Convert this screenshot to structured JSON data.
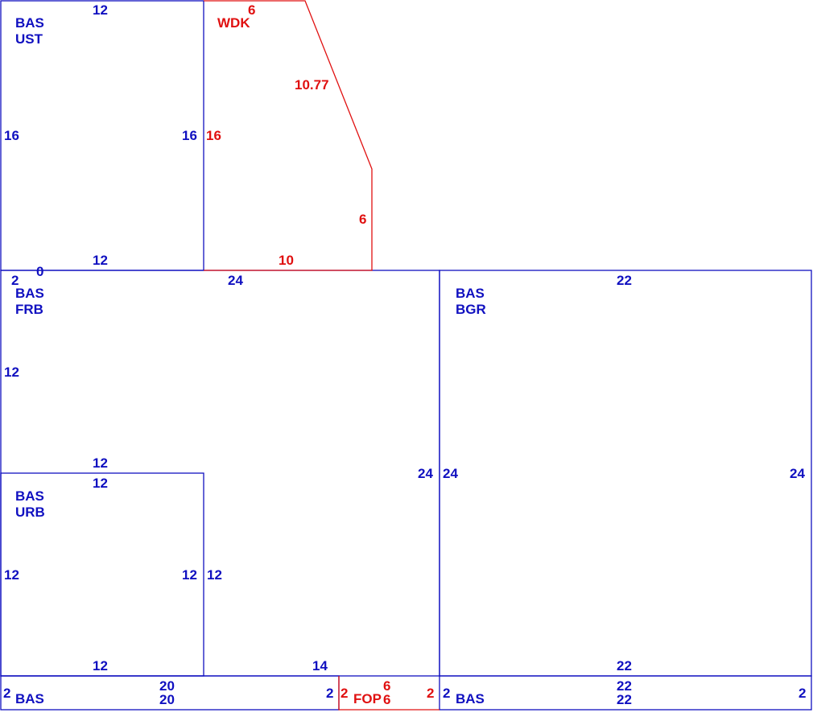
{
  "colors": {
    "bas": "#1010c0",
    "addition": "#e01010"
  },
  "areas": {
    "ust": {
      "line1": "BAS",
      "line2": "UST"
    },
    "wdk": {
      "line1": "WDK"
    },
    "frb": {
      "line1": "BAS",
      "line2": "FRB"
    },
    "bgr": {
      "line1": "BAS",
      "line2": "BGR"
    },
    "urb": {
      "line1": "BAS",
      "line2": "URB"
    },
    "bas_left": {
      "line1": "BAS"
    },
    "fop": {
      "line1": "FOP"
    },
    "bas_right": {
      "line1": "BAS"
    }
  },
  "dimensions": {
    "ust": {
      "top": "12",
      "left": "16",
      "right": "16",
      "bottom": "12",
      "corner": "0"
    },
    "wdk": {
      "top": "6",
      "diagonal": "10.77",
      "left": "16",
      "right": "6",
      "bottom": "10"
    },
    "frb": {
      "top": "24",
      "left": "12",
      "corner": "2",
      "bottom": "12",
      "right": "24"
    },
    "bgr": {
      "top": "22",
      "left": "24",
      "right": "24",
      "bottom": "22"
    },
    "urb": {
      "top": "12",
      "left": "12",
      "right": "12",
      "bottom": "12",
      "outer_right": "12"
    },
    "middle": {
      "bottom": "14"
    },
    "bas_left": {
      "top": "20",
      "bottom": "20",
      "left": "2",
      "right": "2"
    },
    "fop": {
      "top": "6",
      "bottom": "6",
      "left": "2",
      "right": "2"
    },
    "bas_right": {
      "top": "22",
      "bottom": "22",
      "left": "2",
      "right": "2"
    }
  }
}
